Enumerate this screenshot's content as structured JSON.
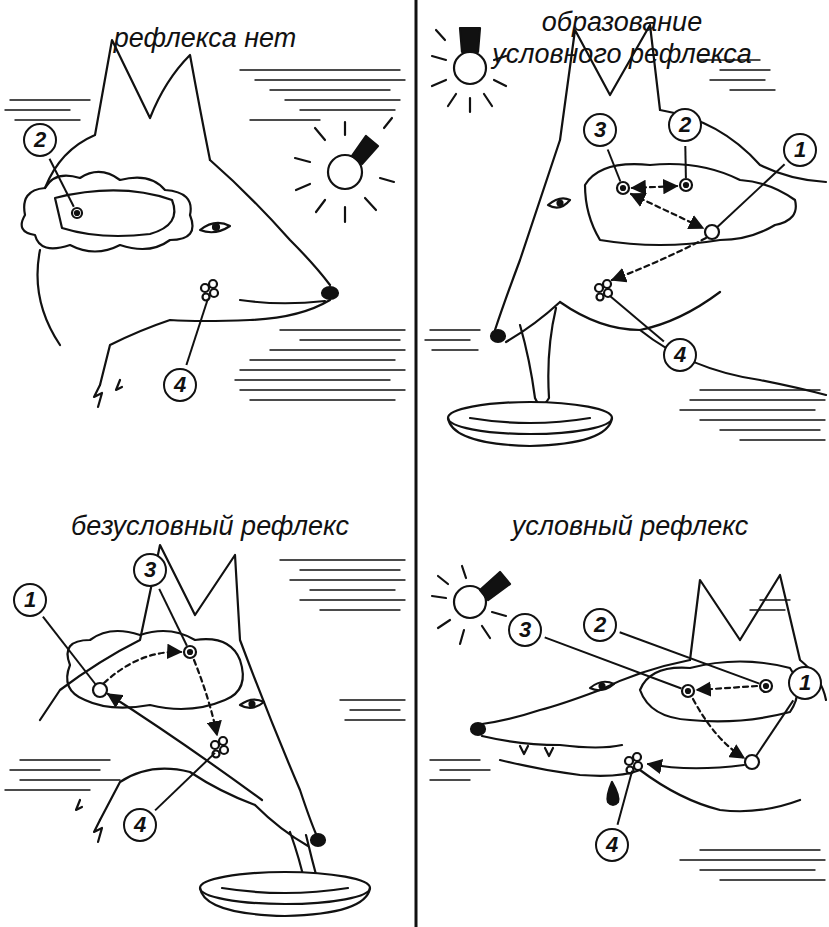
{
  "diagram": {
    "labels": [
      "рефлекса нет",
      "2",
      "4",
      "образование условного рефлекса",
      "3",
      "2",
      "1",
      "4",
      "безусловный рефлекс",
      "1",
      "3",
      "4",
      "условный рефлекс",
      "3",
      "2",
      "1",
      "4"
    ]
  }
}
